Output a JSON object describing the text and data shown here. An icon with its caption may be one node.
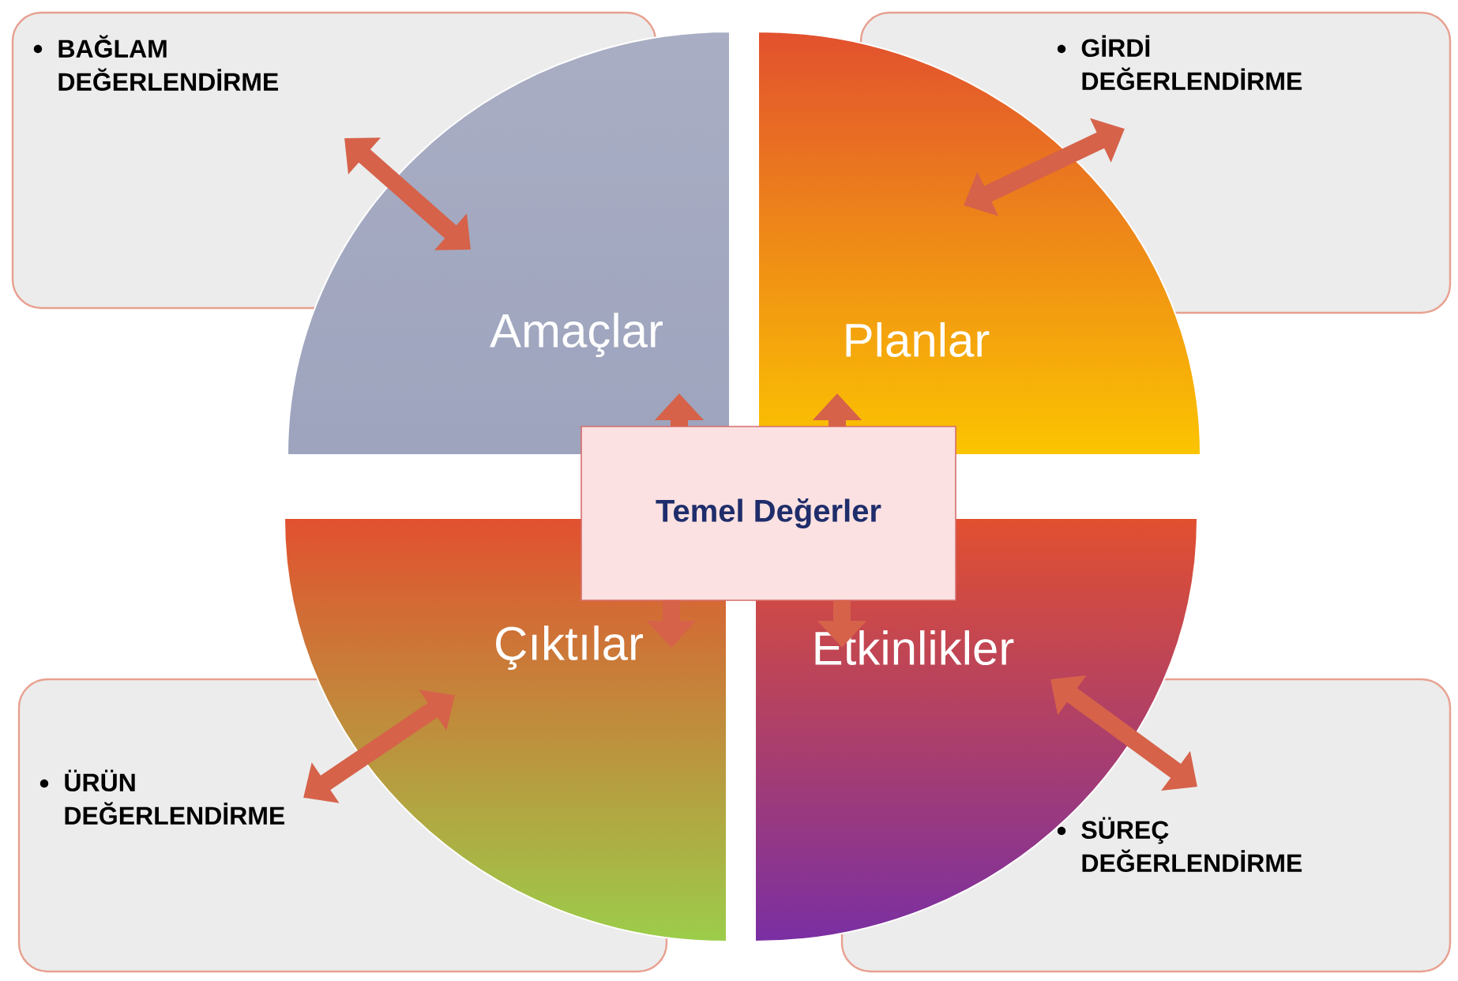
{
  "diagram": {
    "nodes": [
      {
        "text": [
          "BAĞLAM DEĞERLENDİRME"
        ]
      },
      {
        "text": [
          "GİRDİ DEĞERLENDİRME"
        ]
      },
      {
        "text": [
          "Amaçlar"
        ]
      },
      {
        "text": [
          "Planlar"
        ]
      },
      {
        "text": [
          "Temel Değerler"
        ]
      },
      {
        "text": [
          "Çıktılar"
        ]
      },
      {
        "text": [
          "Etkinlikler"
        ]
      },
      {
        "text": [
          "ÜRÜN DEĞERLENDİRME"
        ]
      },
      {
        "text": [
          "SÜREÇ DEĞERLENDİRME"
        ]
      }
    ],
    "edges": [
      {
        "from": 0,
        "to": 2,
        "arrow": "both"
      },
      {
        "from": 1,
        "to": 3,
        "arrow": "both"
      },
      {
        "from": 7,
        "to": 5,
        "arrow": "both"
      },
      {
        "from": 8,
        "to": 6,
        "arrow": "both"
      },
      {
        "from": 4,
        "to": 2,
        "arrow": "to"
      },
      {
        "from": 4,
        "to": 3,
        "arrow": "to"
      },
      {
        "from": 4,
        "to": 5,
        "arrow": "to"
      },
      {
        "from": 4,
        "to": 6,
        "arrow": "to"
      }
    ]
  }
}
